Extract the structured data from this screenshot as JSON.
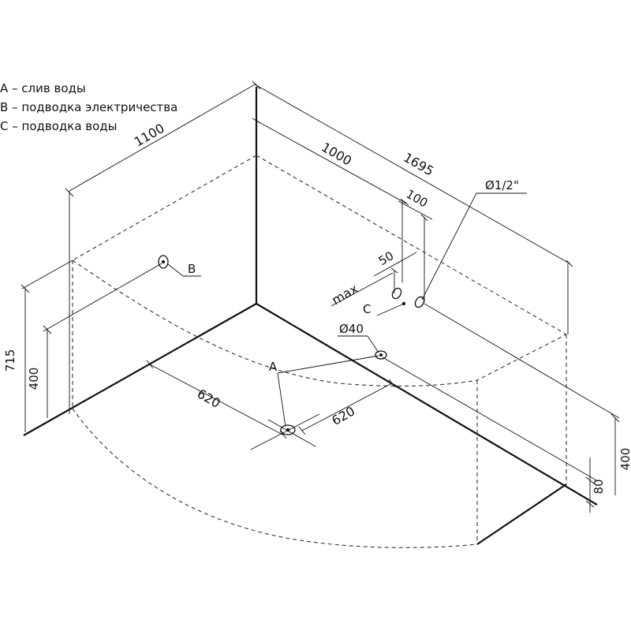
{
  "legend": [
    {
      "text": "A – слив воды"
    },
    {
      "text": "B – подводка электричества"
    },
    {
      "text": "C – подводка воды"
    }
  ],
  "labels": {
    "a": "A",
    "b": "B",
    "c": "C",
    "max": "max",
    "d40": "Ø40",
    "d12": "Ø1/2\""
  },
  "dims": {
    "d1100": "1100",
    "d1000": "1000",
    "d1695": "1695",
    "d100": "100",
    "d50": "50",
    "d715": "715",
    "d400_left": "400",
    "d400_right": "400",
    "d80": "80",
    "d620_left": "620",
    "d620_right": "620"
  }
}
